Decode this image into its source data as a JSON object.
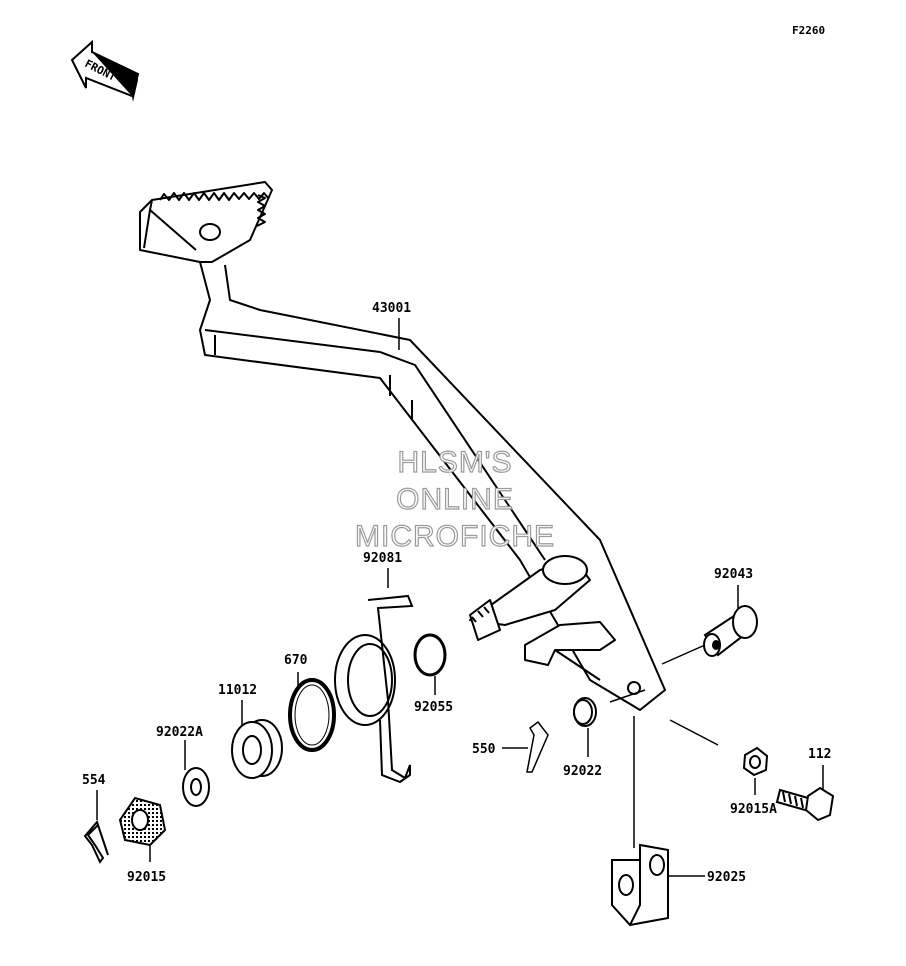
{
  "diagram_code": "F2260",
  "front_arrow_text": "FRONT",
  "watermark": [
    "HLSM'S",
    "ONLINE",
    "MICROFICHE"
  ],
  "parts": [
    {
      "id": "43001"
    },
    {
      "id": "92081"
    },
    {
      "id": "670"
    },
    {
      "id": "11012"
    },
    {
      "id": "92022A"
    },
    {
      "id": "554"
    },
    {
      "id": "92015"
    },
    {
      "id": "92055"
    },
    {
      "id": "550"
    },
    {
      "id": "92022"
    },
    {
      "id": "92043"
    },
    {
      "id": "112"
    },
    {
      "id": "92015A"
    },
    {
      "id": "92025"
    }
  ]
}
